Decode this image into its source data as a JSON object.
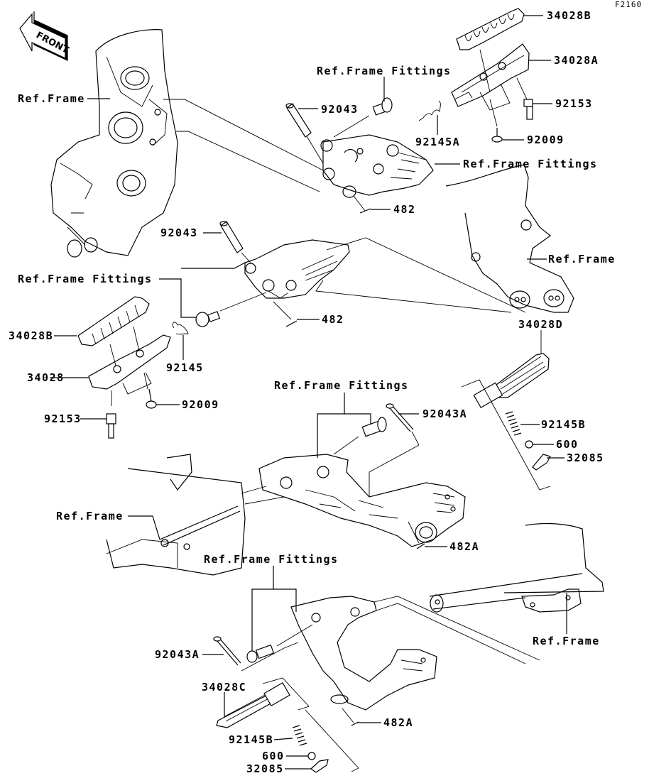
{
  "diagram": {
    "code": "F2160",
    "direction_indicator": {
      "label": "FRONT",
      "icon": "front-arrow-icon"
    },
    "callouts": [
      {
        "id": "ref-frame-1",
        "label": "Ref.Frame"
      },
      {
        "id": "34028B-top",
        "label": "34028B"
      },
      {
        "id": "34028A",
        "label": "34028A"
      },
      {
        "id": "ref-frame-fittings-1",
        "label": "Ref.Frame Fittings"
      },
      {
        "id": "92043-top",
        "label": "92043"
      },
      {
        "id": "92145A",
        "label": "92145A"
      },
      {
        "id": "92153-top",
        "label": "92153"
      },
      {
        "id": "92009-top",
        "label": "92009"
      },
      {
        "id": "ref-frame-fittings-2",
        "label": "Ref.Frame Fittings"
      },
      {
        "id": "482-top",
        "label": "482"
      },
      {
        "id": "92043-mid",
        "label": "92043"
      },
      {
        "id": "ref-frame-2",
        "label": "Ref.Frame"
      },
      {
        "id": "ref-frame-fittings-3",
        "label": "Ref.Frame Fittings"
      },
      {
        "id": "482-mid",
        "label": "482"
      },
      {
        "id": "34028B-mid",
        "label": "34028B"
      },
      {
        "id": "34028D",
        "label": "34028D"
      },
      {
        "id": "92145",
        "label": "92145"
      },
      {
        "id": "34028",
        "label": "34028"
      },
      {
        "id": "92009-mid",
        "label": "92009"
      },
      {
        "id": "ref-frame-fittings-4",
        "label": "Ref.Frame Fittings"
      },
      {
        "id": "92153-mid",
        "label": "92153"
      },
      {
        "id": "92043A-mid",
        "label": "92043A"
      },
      {
        "id": "92145B-mid",
        "label": "92145B"
      },
      {
        "id": "600-mid",
        "label": "600"
      },
      {
        "id": "32085-mid",
        "label": "32085"
      },
      {
        "id": "ref-frame-3",
        "label": "Ref.Frame"
      },
      {
        "id": "482A-mid",
        "label": "482A"
      },
      {
        "id": "ref-frame-fittings-5",
        "label": "Ref.Frame Fittings"
      },
      {
        "id": "ref-frame-4",
        "label": "Ref.Frame"
      },
      {
        "id": "92043A-bot",
        "label": "92043A"
      },
      {
        "id": "34028C",
        "label": "34028C"
      },
      {
        "id": "482A-bot",
        "label": "482A"
      },
      {
        "id": "92145B-bot",
        "label": "92145B"
      },
      {
        "id": "600-bot",
        "label": "600"
      },
      {
        "id": "32085-bot",
        "label": "32085"
      }
    ]
  }
}
